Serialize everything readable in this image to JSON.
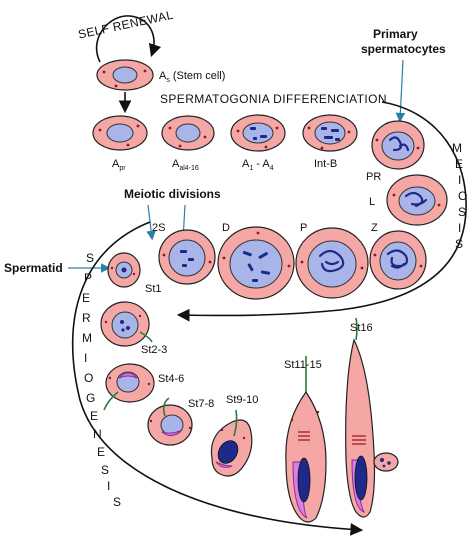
{
  "labels": {
    "self_renewal": "SELF RENEWAL",
    "stem_cell": "(Stem cell)",
    "primary_spermatocytes_1": "Primary",
    "primary_spermatocytes_2": "spermatocytes",
    "spermatogonia_differenciation": "SPERMATOGONIA DIFFERENCIATION",
    "meiosis": "M E I O S I S",
    "meiotic_divisions": "Meiotic divisions",
    "spermatid": "Spermatid",
    "spermiogenesis": "S P E R M I O G E N E S I S"
  },
  "spermatogonia": {
    "as": "A",
    "as_sub": "s",
    "apr": "A",
    "apr_sub": "pr",
    "aal": "A",
    "aal_sub": "al4-16",
    "a1": "A",
    "a1_sub": "1",
    "a1_sep": " - A",
    "a1_sub2": "4",
    "intb": "Int-B"
  },
  "meiotic_stages": {
    "pr": "PR",
    "l": "L",
    "z": "Z",
    "p": "P",
    "d": "D",
    "s2": "2S"
  },
  "spermatid_stages": {
    "st1": "St1",
    "st23": "St2-3",
    "st46": "St4-6",
    "st78": "St7-8",
    "st910": "St9-10",
    "st1115": "St11-15",
    "st16": "St16"
  }
}
